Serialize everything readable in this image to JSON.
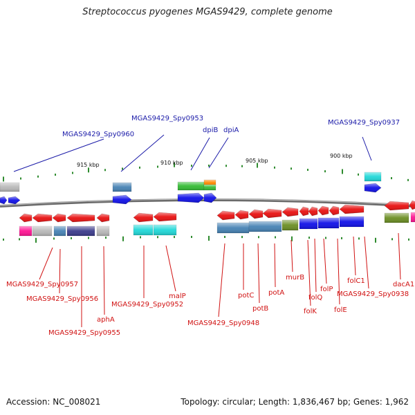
{
  "title": "Streptococcus pyogenes MGAS9429, complete genome",
  "footer": {
    "accession": "Accession: NC_008021",
    "topology": "Topology: circular; Length: 1,836,467 bp; Genes: 1,962"
  },
  "scale_labels": [
    "915 kbp",
    "910 kbp",
    "905 kbp",
    "900 kbp"
  ],
  "upper_gene_labels": [
    "MGAS9429_Spy0960",
    "MGAS9429_Spy0953",
    "dpiB",
    "dpiA",
    "MGAS9429_Spy0937"
  ],
  "lower_gene_labels": [
    "MGAS9429_Spy0957",
    "MGAS9429_Spy0956",
    "MGAS9429_Spy0955",
    "aphA",
    "MGAS9429_Spy0952",
    "malP",
    "MGAS9429_Spy0948",
    "potC",
    "potB",
    "potA",
    "murB",
    "folK",
    "folQ",
    "folP",
    "folE",
    "folC1",
    "MGAS9429_Spy0938",
    "dacA1"
  ],
  "colors": {
    "gene_arrow": "#e81010",
    "forward_arrow": "#1010e8",
    "cog_blue": "#3366cc",
    "cog_steel": "#4682b4",
    "cog_cyan": "#20d8d8",
    "cog_green": "#6b8e23",
    "cog_lime": "#33bb33",
    "cog_orange": "#ff8800",
    "cog_pink": "#ff1493",
    "cog_gray": "#b8b8b8",
    "cog_navy": "#3b3b8b",
    "backbone": "#808080",
    "label_blue": "#1a1aa8",
    "label_red": "#d01010",
    "tick": "#2e8b2e"
  }
}
